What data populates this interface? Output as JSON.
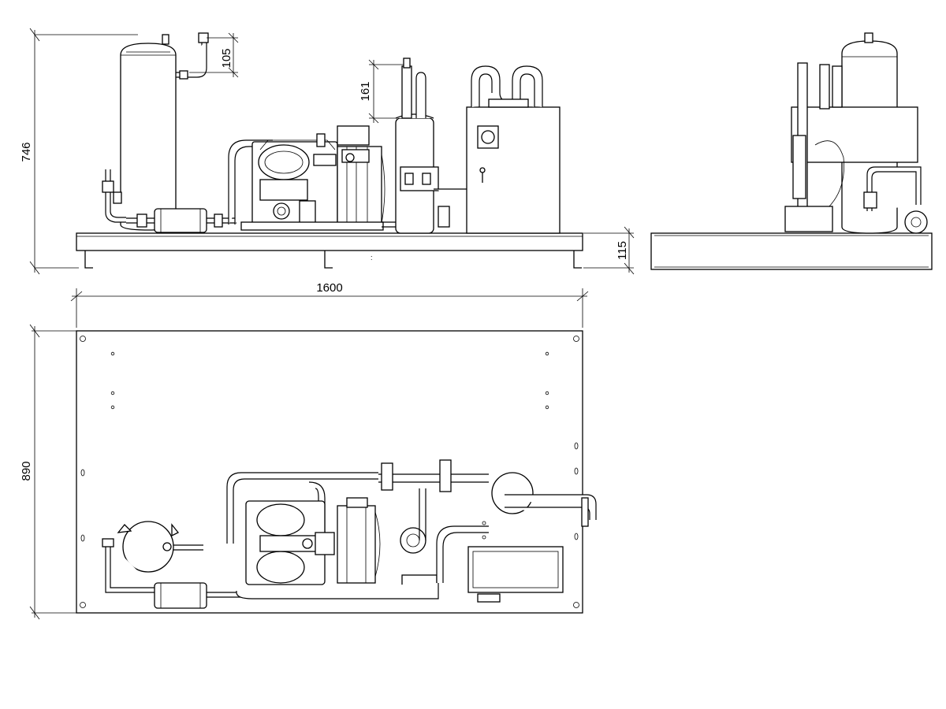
{
  "dimensions": {
    "overall_height": "746",
    "pipe_height": "105",
    "filter_height": "161",
    "base_height": "115",
    "overall_length": "1600",
    "overall_depth": "890"
  },
  "views": [
    "front-view",
    "side-view",
    "top-view"
  ],
  "line_color": "#000000",
  "background_color": "#ffffff"
}
